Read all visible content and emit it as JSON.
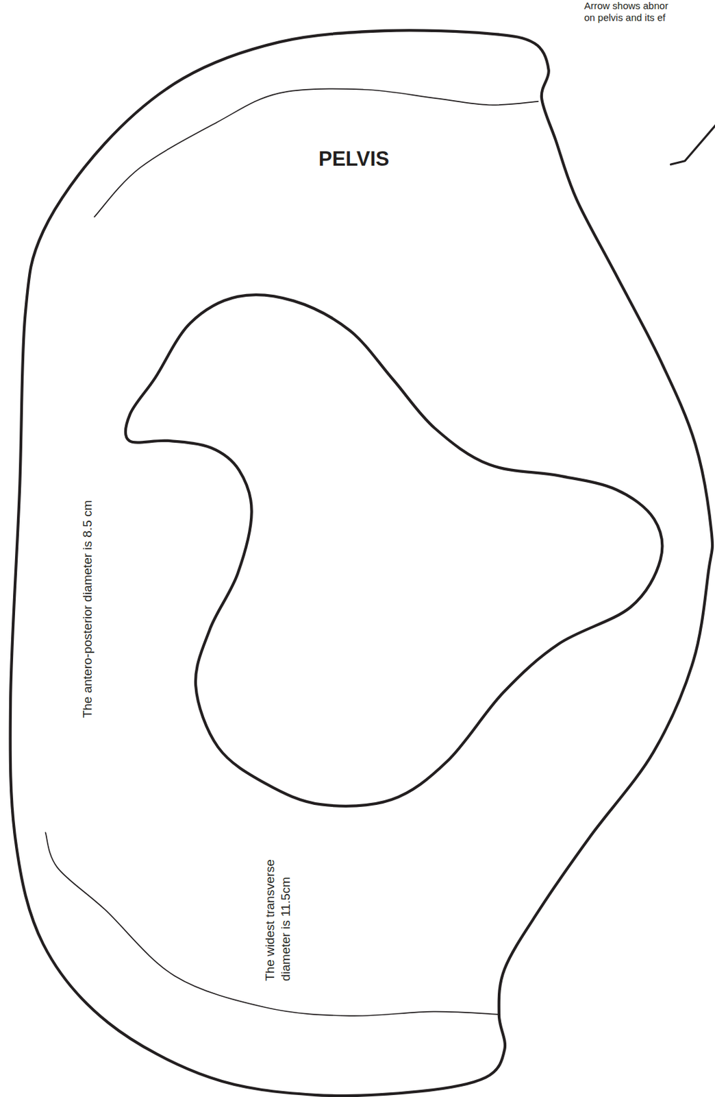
{
  "diagram": {
    "labels": [
      "Arrow shows abnor on pelvis and its ef",
      "PELVIS",
      "The antero-posterior diameter is 8.5 cm",
      "The widest transverse diameter is 11.5cm"
    ]
  }
}
